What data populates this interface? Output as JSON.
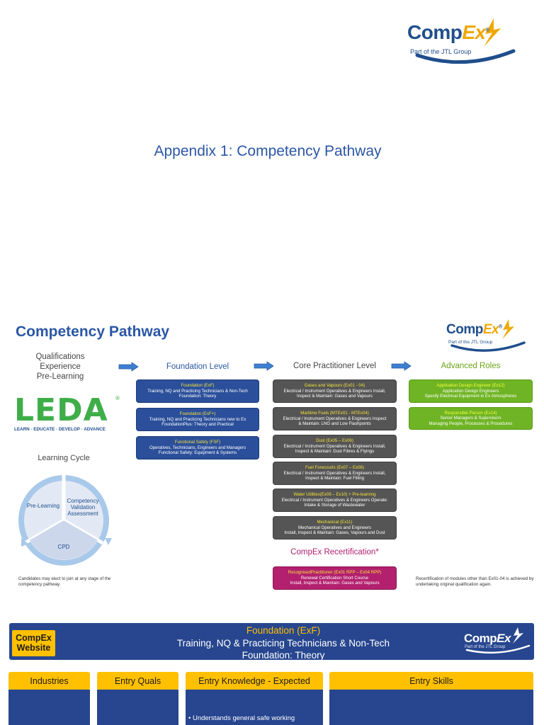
{
  "logo": {
    "word_main": "Comp",
    "word_ex": "Ex",
    "registered": "®",
    "tagline": "Part of the JTL Group"
  },
  "appendix_title": "Appendix 1: Competency Pathway",
  "section_title": "Competency Pathway",
  "prerequisites": [
    "Qualifications",
    "Experience",
    "Pre-Learning"
  ],
  "columns": {
    "foundation": "Foundation Level",
    "core": "Core Practitioner Level",
    "advanced": "Advanced Roles",
    "recert": "CompEx Recertification*"
  },
  "leda": {
    "wordmark": "LEDA",
    "registered": "®",
    "tagline": "LEARN · EDUCATE · DEVELOP · ADVANCE"
  },
  "learning_cycle": {
    "title": "Learning Cycle",
    "segments": [
      "Pre-Learning",
      "Competency Validation Assessment",
      "CPD"
    ],
    "colors": {
      "ring": "#a9c9ea",
      "fill": "#e3e9f4"
    }
  },
  "candidates_note": "Candidates may elect to join at any stage of the competency pathway.",
  "recert_note": "Recertification of modules other than Ex01-04 is achieved by undertaking original qualification again.",
  "foundation_boxes": [
    {
      "title": "Foundation (ExF)",
      "l1": "Training, NQ and Practicing Technicians & Non-Tech",
      "l2": "Foundation: Theory"
    },
    {
      "title": "Foundation (ExF+)",
      "l1": "Training, NQ and Practicing Technicians new to Ex",
      "l2": "FoundationPlus: Theory and Practical"
    },
    {
      "title": "Functional Safety (FSF)",
      "l1": "Operatives, Technicians, Engineers and Managers",
      "l2": "Functional Safety: Equipment & Systems"
    }
  ],
  "core_boxes": [
    {
      "title": "Gases and Vapours (Ex01 - 04)",
      "l1": "Electrical / Instrument Operatives & Engineers Install,",
      "l2": "Inspect & Maintain: Gases and Vapours"
    },
    {
      "title": "Maritime Fuels (MTEx01 - MTEx04)",
      "l1": "Electrical / Instrument Operatives & Engineers Inspect",
      "l2": "& Maintain: LNG and Low Flashpoints"
    },
    {
      "title": "Dust (Ex05 – Ex06)",
      "l1": "Electrical / Instrument Operatives & Engineers Install,",
      "l2": "Inspect & Maintain: Dust Fibres & Flyings"
    },
    {
      "title": "Fuel Forecourts (Ex07 – Ex08)",
      "l1": "Electrical / Instrument Operatives & Engineers Install,",
      "l2": "Inspect & Maintain: Fuel Filling"
    },
    {
      "title": "Water Utilities(Ex09 – Ex10) + Pre-learning",
      "l1": "Electrical / Instrument Operatives & Engineers Operate:",
      "l2": "Intake & Storage of Wastewater"
    },
    {
      "title": "Mechanical (Ex11)",
      "l1": "Mechanical Operatives and Engineers",
      "l2": "Install, Inspect & Maintain: Gases, Vapours and Dust"
    }
  ],
  "advanced_boxes": [
    {
      "title": "Application Design Engineer (Ex12)",
      "l1": "Application Design Engineers",
      "l2": "Specify Electrical Equipment in Ex Atmospheres"
    },
    {
      "title": "Responsible Person (Ex14)",
      "l1": "Senior Managers & Supervisors",
      "l2": "Managing People, Processes & Procedures"
    }
  ],
  "recert_box": {
    "title": "RecognisedPractitioner (Ex01 RPP – Ex04 RPP)",
    "l1": "Renewal Certification Short Course",
    "l2": "Install, Inspect & Maintain: Gases and Vapours"
  },
  "band": {
    "website_button": "CompEx Website",
    "title": "Foundation (ExF)",
    "line2": "Training, NQ & Practicing Technicians & Non-Tech",
    "line3": "Foundation: Theory"
  },
  "tabs": [
    "Industries",
    "Entry Quals",
    "Entry Knowledge - Expected",
    "Entry Skills"
  ],
  "entry_knowledge_bullet": "•  Understands general safe working",
  "colors": {
    "brand_blue": "#27468f",
    "title_blue": "#2b57a5",
    "accent_yellow": "#ffc000",
    "core_grey": "#555555",
    "advanced_green": "#6fb424",
    "recert_magenta": "#b3206e"
  }
}
